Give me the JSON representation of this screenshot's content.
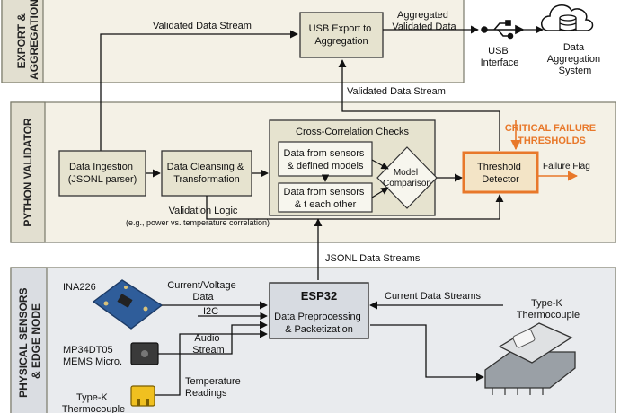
{
  "bands": {
    "export": "EXPORT & AGGREGATION",
    "validator": "PYTHON VALIDATOR",
    "sensors": "PHYSICAL SENSORS & EDGE NODE"
  },
  "nodes": {
    "usb_export": "USB Export to Aggregation",
    "usb_interface": "USB Interface",
    "aggregation_system": "Data Aggregation System",
    "ingestion": "Data Ingestion (JSONL parser)",
    "cleansing": "Data Cleansing & Transformation",
    "cross_title": "Cross-Correlation Checks",
    "sensors_models": "Data from sensors & defined models",
    "sensors_each": "Data from sensors & t each other",
    "model_comparison": "Model Comparison",
    "threshold_detector": "Threshold Detector",
    "critical": "CRITICAL FAILURE THRESHOLDS",
    "esp32_title": "ESP32",
    "esp32_sub": "Data Preprocessing & Packetization",
    "ina226": "INA226",
    "mems": "MP34DT05 MEMS Micro.",
    "thermo_left": "Type-K Thermocouple",
    "thermo_right": "Type-K Thermocouple"
  },
  "edges": {
    "validated_stream_top": "Validated Data Stream",
    "aggregated": "Aggregated Validated Data",
    "validated_stream_mid": "Validated Data Stream",
    "failure_flag": "Failure Flag",
    "validation_logic": "Validation Logic",
    "validation_logic_sub": "(e.g., power vs. temperature correlation)",
    "jsonl_streams": "JSONL Data Streams",
    "current_voltage": "Current/Voltage Data",
    "i2c": "I2C",
    "audio": "Audio Stream",
    "temperature": "Temperature Readings",
    "current_streams": "Current Data Streams"
  },
  "colors": {
    "band_fill": "#f4f1e6",
    "band_sensor_fill": "#e9ebee",
    "box_fill": "#e6e3cf",
    "detector_fill": "#f3e4c6",
    "accent": "#e8782a",
    "esp32_fill": "#d7dbe1"
  }
}
